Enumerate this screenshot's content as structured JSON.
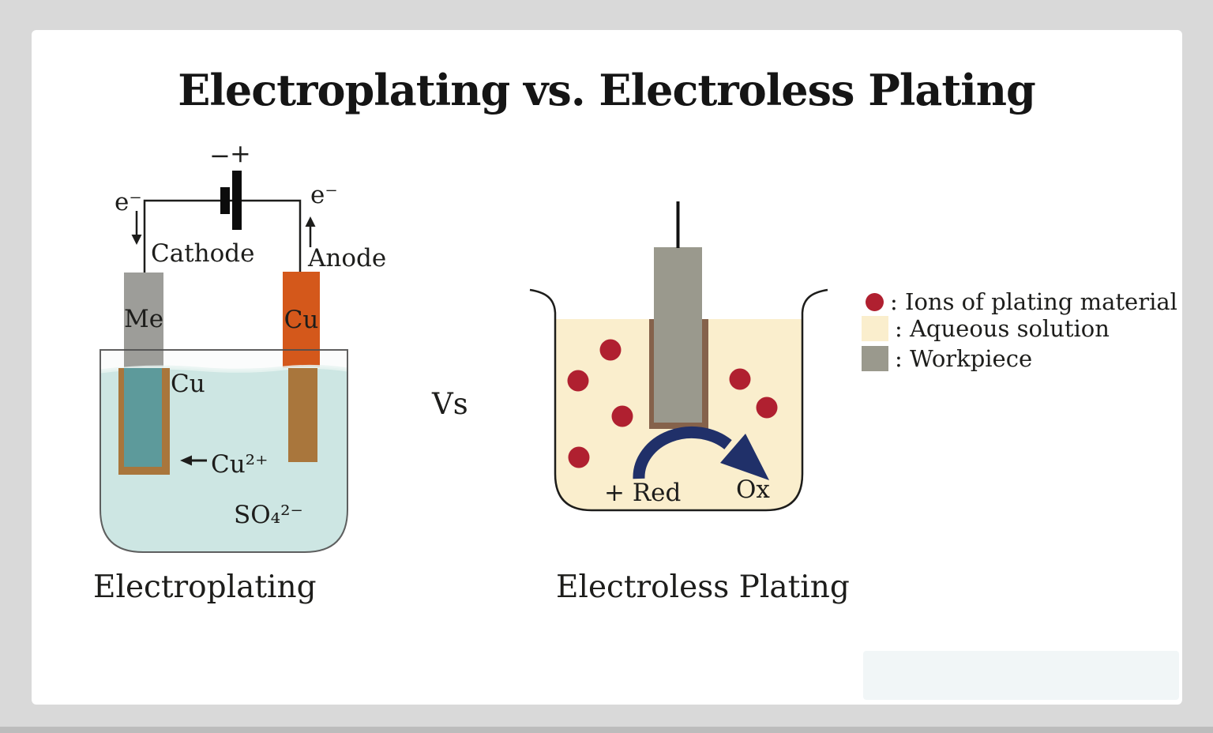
{
  "title": "Electroplating vs. Electroless Plating",
  "vs_label": "Vs",
  "electroplating": {
    "caption": "Electroplating",
    "battery": {
      "minus": "−",
      "plus": "+"
    },
    "electron_left": "e⁻",
    "electron_right": "e⁻",
    "cathode_label": "Cathode",
    "anode_label": "Anode",
    "cathode_material": "Me",
    "anode_material": "Cu",
    "coating_label": "Cu",
    "ion_label": "Cu²⁺",
    "sulfate_label": "SO₄²⁻"
  },
  "electroless": {
    "caption": "Electroless Plating",
    "reducing_agent_label": "+ Red",
    "oxidation_label": "Ox"
  },
  "legend": {
    "items": [
      {
        "label": ": Ions of plating material"
      },
      {
        "label": ": Aqueous solution"
      },
      {
        "label": ": Workpiece"
      }
    ]
  },
  "colors": {
    "page_bg": "#d9d9d9",
    "card_bg": "#ffffff",
    "ink": "#1d1d1b",
    "electrode_gray": "#9d9d99",
    "workpiece_gray": "#9a998d",
    "anode_orange": "#d4581b",
    "submerged_brown": "#a9763c",
    "deposit_teal": "#5d9a9b",
    "water_blue": "#cde6e3",
    "water_highlight": "#e8f3f1",
    "solution_cream": "#faeecd",
    "ion_red": "#b02030",
    "arrow_navy": "#203069",
    "workpiece_border_brown": "#85624b",
    "tank_fill": "#fbfcfc"
  }
}
